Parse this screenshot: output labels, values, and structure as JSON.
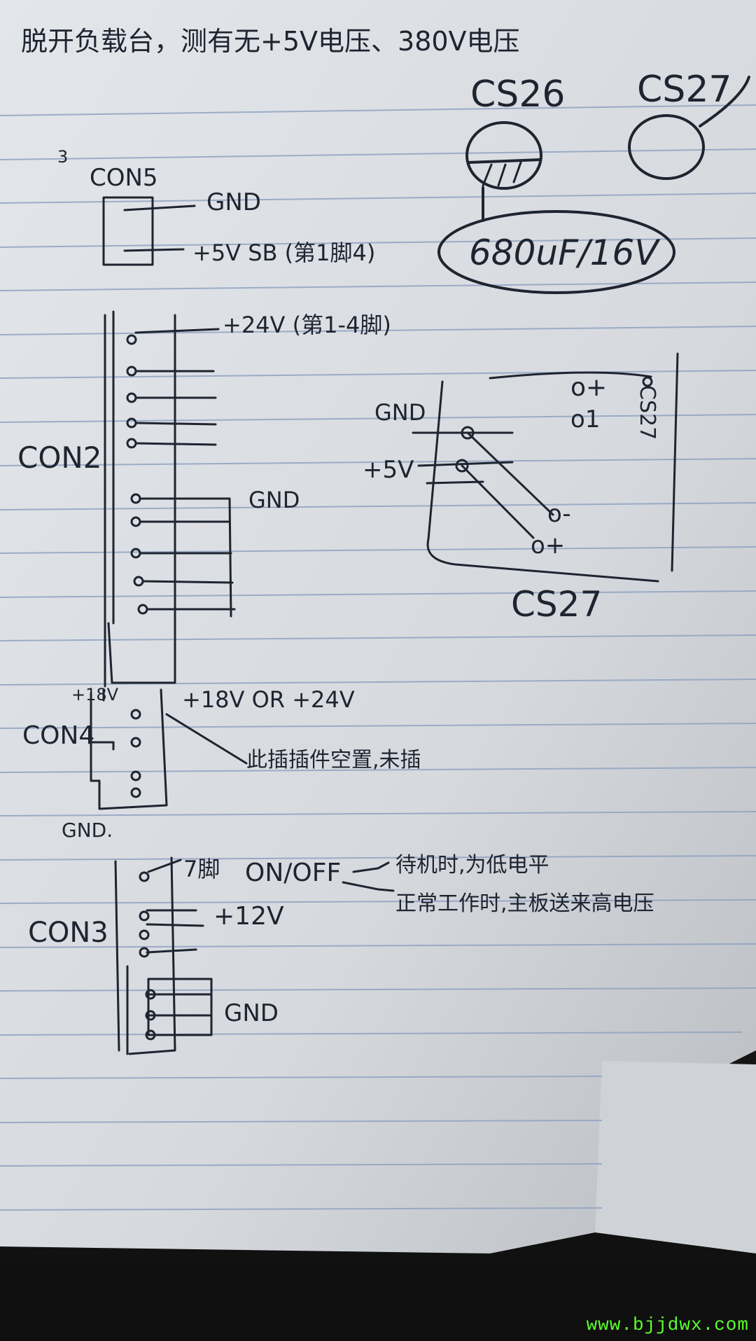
{
  "note": {
    "title": "脱开负载台，测有无+5V电压、380V电压",
    "cs26_label": "CS26",
    "cs27_label": "CS27",
    "capacitor_label": "680uF/16V",
    "con5": {
      "label": "CON5",
      "small_mark": "3",
      "gnd": "GND",
      "plus5vsb": "+5V SB (第1脚4)"
    },
    "con2": {
      "label": "CON2",
      "plus24v": "+24V (第1-4脚)",
      "gnd": "GND"
    },
    "cs27_box": {
      "gnd": "GND",
      "plus5v": "+5V",
      "pin_plus_top": "o+",
      "pin_one": "o1",
      "side_label": "CS27",
      "pin_minus": "o-",
      "pin_plus_bottom": "o+",
      "bottom_label": "CS27"
    },
    "con4": {
      "label": "CON4",
      "top_label": "+18V",
      "voltage": "+18V OR +24V",
      "gnd": "GND.",
      "note_text": "此插插件空置,未插"
    },
    "con3": {
      "label": "CON3",
      "pin7": "7脚",
      "onoff": "ON/OFF",
      "standby": "待机时,为低电平",
      "working": "正常工作时,主板送来高电压",
      "plus12v": "+12V",
      "gnd": "GND"
    }
  },
  "watermark": "www.bjjdwx.com"
}
